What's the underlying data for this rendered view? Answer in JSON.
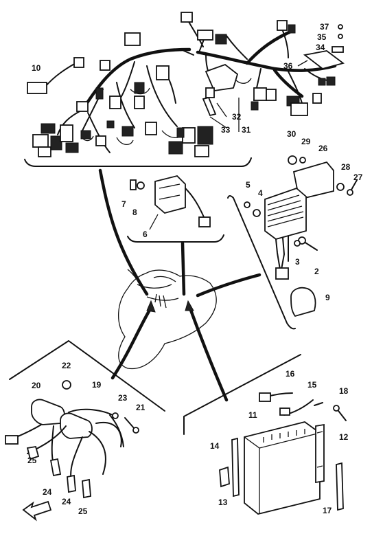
{
  "colors": {
    "ink": "#111111",
    "paper": "#ffffff"
  },
  "icons": {
    "front_arrow": "front-direction-arrow-icon"
  },
  "callouts": [
    {
      "id": "c37",
      "text": "37"
    },
    {
      "id": "c35",
      "text": "35"
    },
    {
      "id": "c34",
      "text": "34"
    },
    {
      "id": "c36",
      "text": "36"
    },
    {
      "id": "c10",
      "text": "10"
    },
    {
      "id": "c32",
      "text": "32"
    },
    {
      "id": "c33",
      "text": "33"
    },
    {
      "id": "c31",
      "text": "31"
    },
    {
      "id": "c30",
      "text": "30"
    },
    {
      "id": "c29",
      "text": "29"
    },
    {
      "id": "c26",
      "text": "26"
    },
    {
      "id": "c28",
      "text": "28"
    },
    {
      "id": "c27",
      "text": "27"
    },
    {
      "id": "c5",
      "text": "5"
    },
    {
      "id": "c4",
      "text": "4"
    },
    {
      "id": "c7",
      "text": "7"
    },
    {
      "id": "c8",
      "text": "8"
    },
    {
      "id": "c6",
      "text": "6"
    },
    {
      "id": "c3",
      "text": "3"
    },
    {
      "id": "c2",
      "text": "2"
    },
    {
      "id": "c9",
      "text": "9"
    },
    {
      "id": "c22",
      "text": "22"
    },
    {
      "id": "c20",
      "text": "20"
    },
    {
      "id": "c19",
      "text": "19"
    },
    {
      "id": "c23",
      "text": "23"
    },
    {
      "id": "c21",
      "text": "21"
    },
    {
      "id": "c25a",
      "text": "25"
    },
    {
      "id": "c24a",
      "text": "24"
    },
    {
      "id": "c24b",
      "text": "24"
    },
    {
      "id": "c25b",
      "text": "25"
    },
    {
      "id": "c16",
      "text": "16"
    },
    {
      "id": "c15",
      "text": "15"
    },
    {
      "id": "c18",
      "text": "18"
    },
    {
      "id": "c11",
      "text": "11"
    },
    {
      "id": "c12",
      "text": "12"
    },
    {
      "id": "c14",
      "text": "14"
    },
    {
      "id": "c13",
      "text": "13"
    },
    {
      "id": "c17",
      "text": "17"
    }
  ]
}
